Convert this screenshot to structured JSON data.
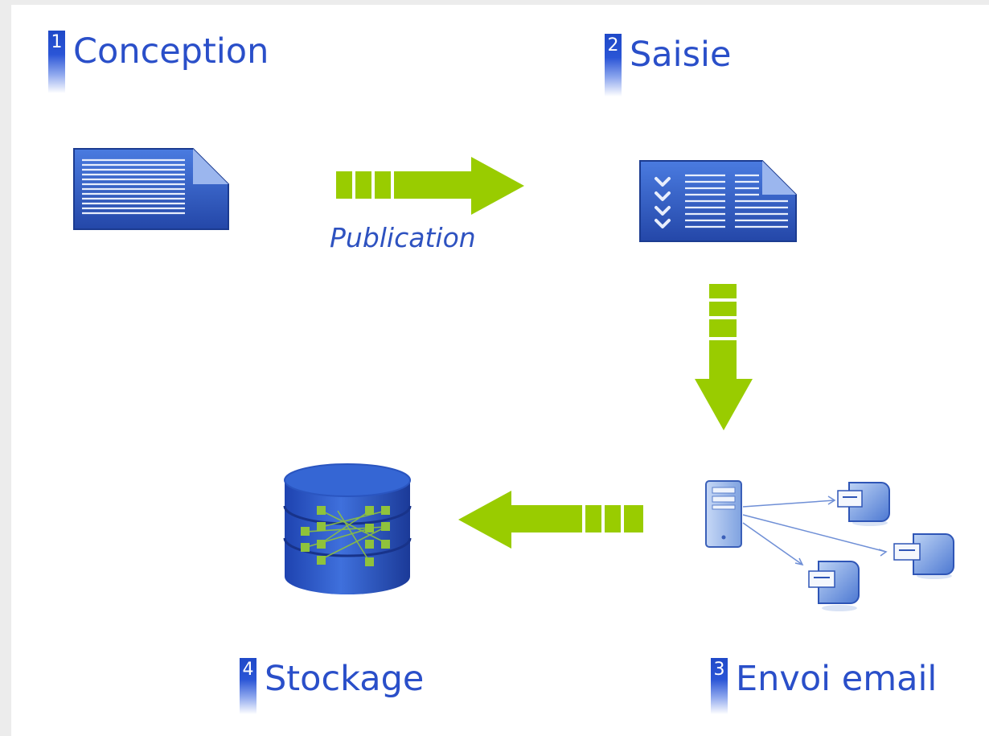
{
  "steps": [
    {
      "num": "1",
      "label": "Conception"
    },
    {
      "num": "2",
      "label": "Saisie"
    },
    {
      "num": "3",
      "label": "Envoi email"
    },
    {
      "num": "4",
      "label": "Stockage"
    }
  ],
  "arrow_caption": "Publication",
  "colors": {
    "accent_blue": "#2a4fc9",
    "arrow_green": "#99cc00",
    "doc_blue": "#3a67d0",
    "background": "#ececec"
  },
  "icons": [
    "document-icon",
    "form-document-icon",
    "server-icon",
    "email-client-icon",
    "database-icon"
  ]
}
